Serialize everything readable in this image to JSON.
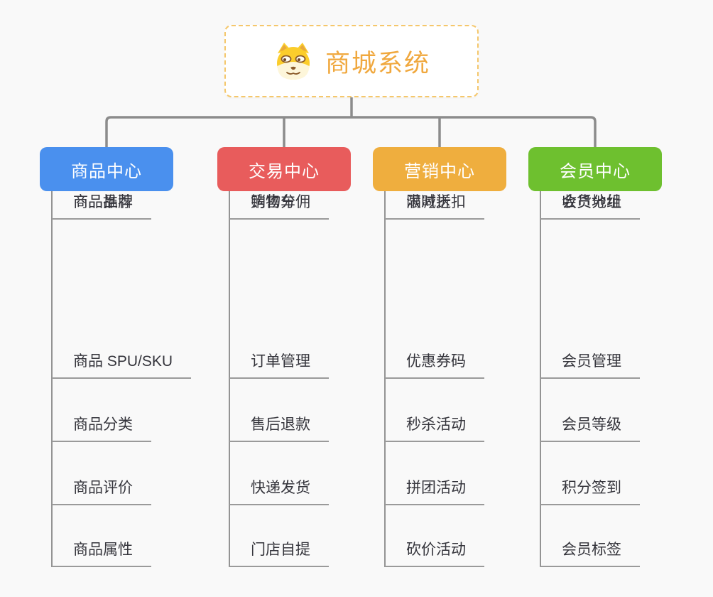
{
  "page": {
    "background_color": "#f9f9f9",
    "connector_color": "#8c8c8c",
    "item_underline_color": "#9a9a9a",
    "item_text_color": "#35353c"
  },
  "root": {
    "title": "商城系统",
    "icon": "doge-icon",
    "title_color": "#f0a83e",
    "border_color": "#f5c76b"
  },
  "branches": [
    {
      "label": "商品中心",
      "color": "#4a90ee",
      "items": [
        "商品 SPU/SKU",
        "商品分类",
        "商品评价",
        "商品属性",
        "商品推荐",
        "商品品牌"
      ]
    },
    {
      "label": "交易中心",
      "color": "#e85c5c",
      "items": [
        "订单管理",
        "售后退款",
        "快递发货",
        "门店自提",
        "购物车",
        "销售分佣"
      ]
    },
    {
      "label": "营销中心",
      "color": "#efae3e",
      "items": [
        "优惠券码",
        "秒杀活动",
        "拼团活动",
        "砍价活动",
        "限时折扣",
        "满减送"
      ]
    },
    {
      "label": "会员中心",
      "color": "#6ec02f",
      "items": [
        "会员管理",
        "会员等级",
        "积分签到",
        "会员标签",
        "会员分组",
        "收货地址"
      ]
    }
  ]
}
